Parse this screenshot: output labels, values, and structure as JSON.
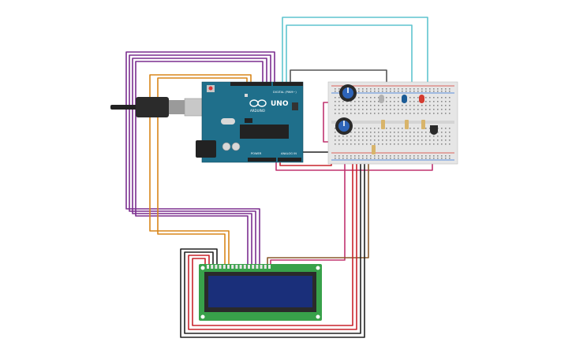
{
  "arduino": {
    "brand_text": "UNO",
    "model_text": "ARDUINO",
    "digital_label": "DIGITAL (PWM~)",
    "power_label": "POWER",
    "analog_label": "ANALOG IN",
    "board_color": "#1f6f8b",
    "header_color": "#222222"
  },
  "breadboard": {
    "color": "#e6e6e6",
    "rail_red": "#d9342b",
    "rail_blue": "#2b6fd9"
  },
  "lcd": {
    "pcb_color": "#38a14a",
    "screen_color": "#1a2f7a"
  },
  "components": {
    "potentiometer_count": 2,
    "led_colors": [
      "#b0b0b0",
      "#1c5c96",
      "#d43a2f"
    ],
    "resistor_count": 4,
    "sensor": "temperature-sensor"
  },
  "wire_colors": {
    "purple": "#7b2e8f",
    "orange": "#d9861a",
    "cyan": "#5fc4cf",
    "black": "#222222",
    "red": "#c8232c",
    "magenta": "#c0336f",
    "brown": "#8a5a2b",
    "gray": "#555555"
  }
}
